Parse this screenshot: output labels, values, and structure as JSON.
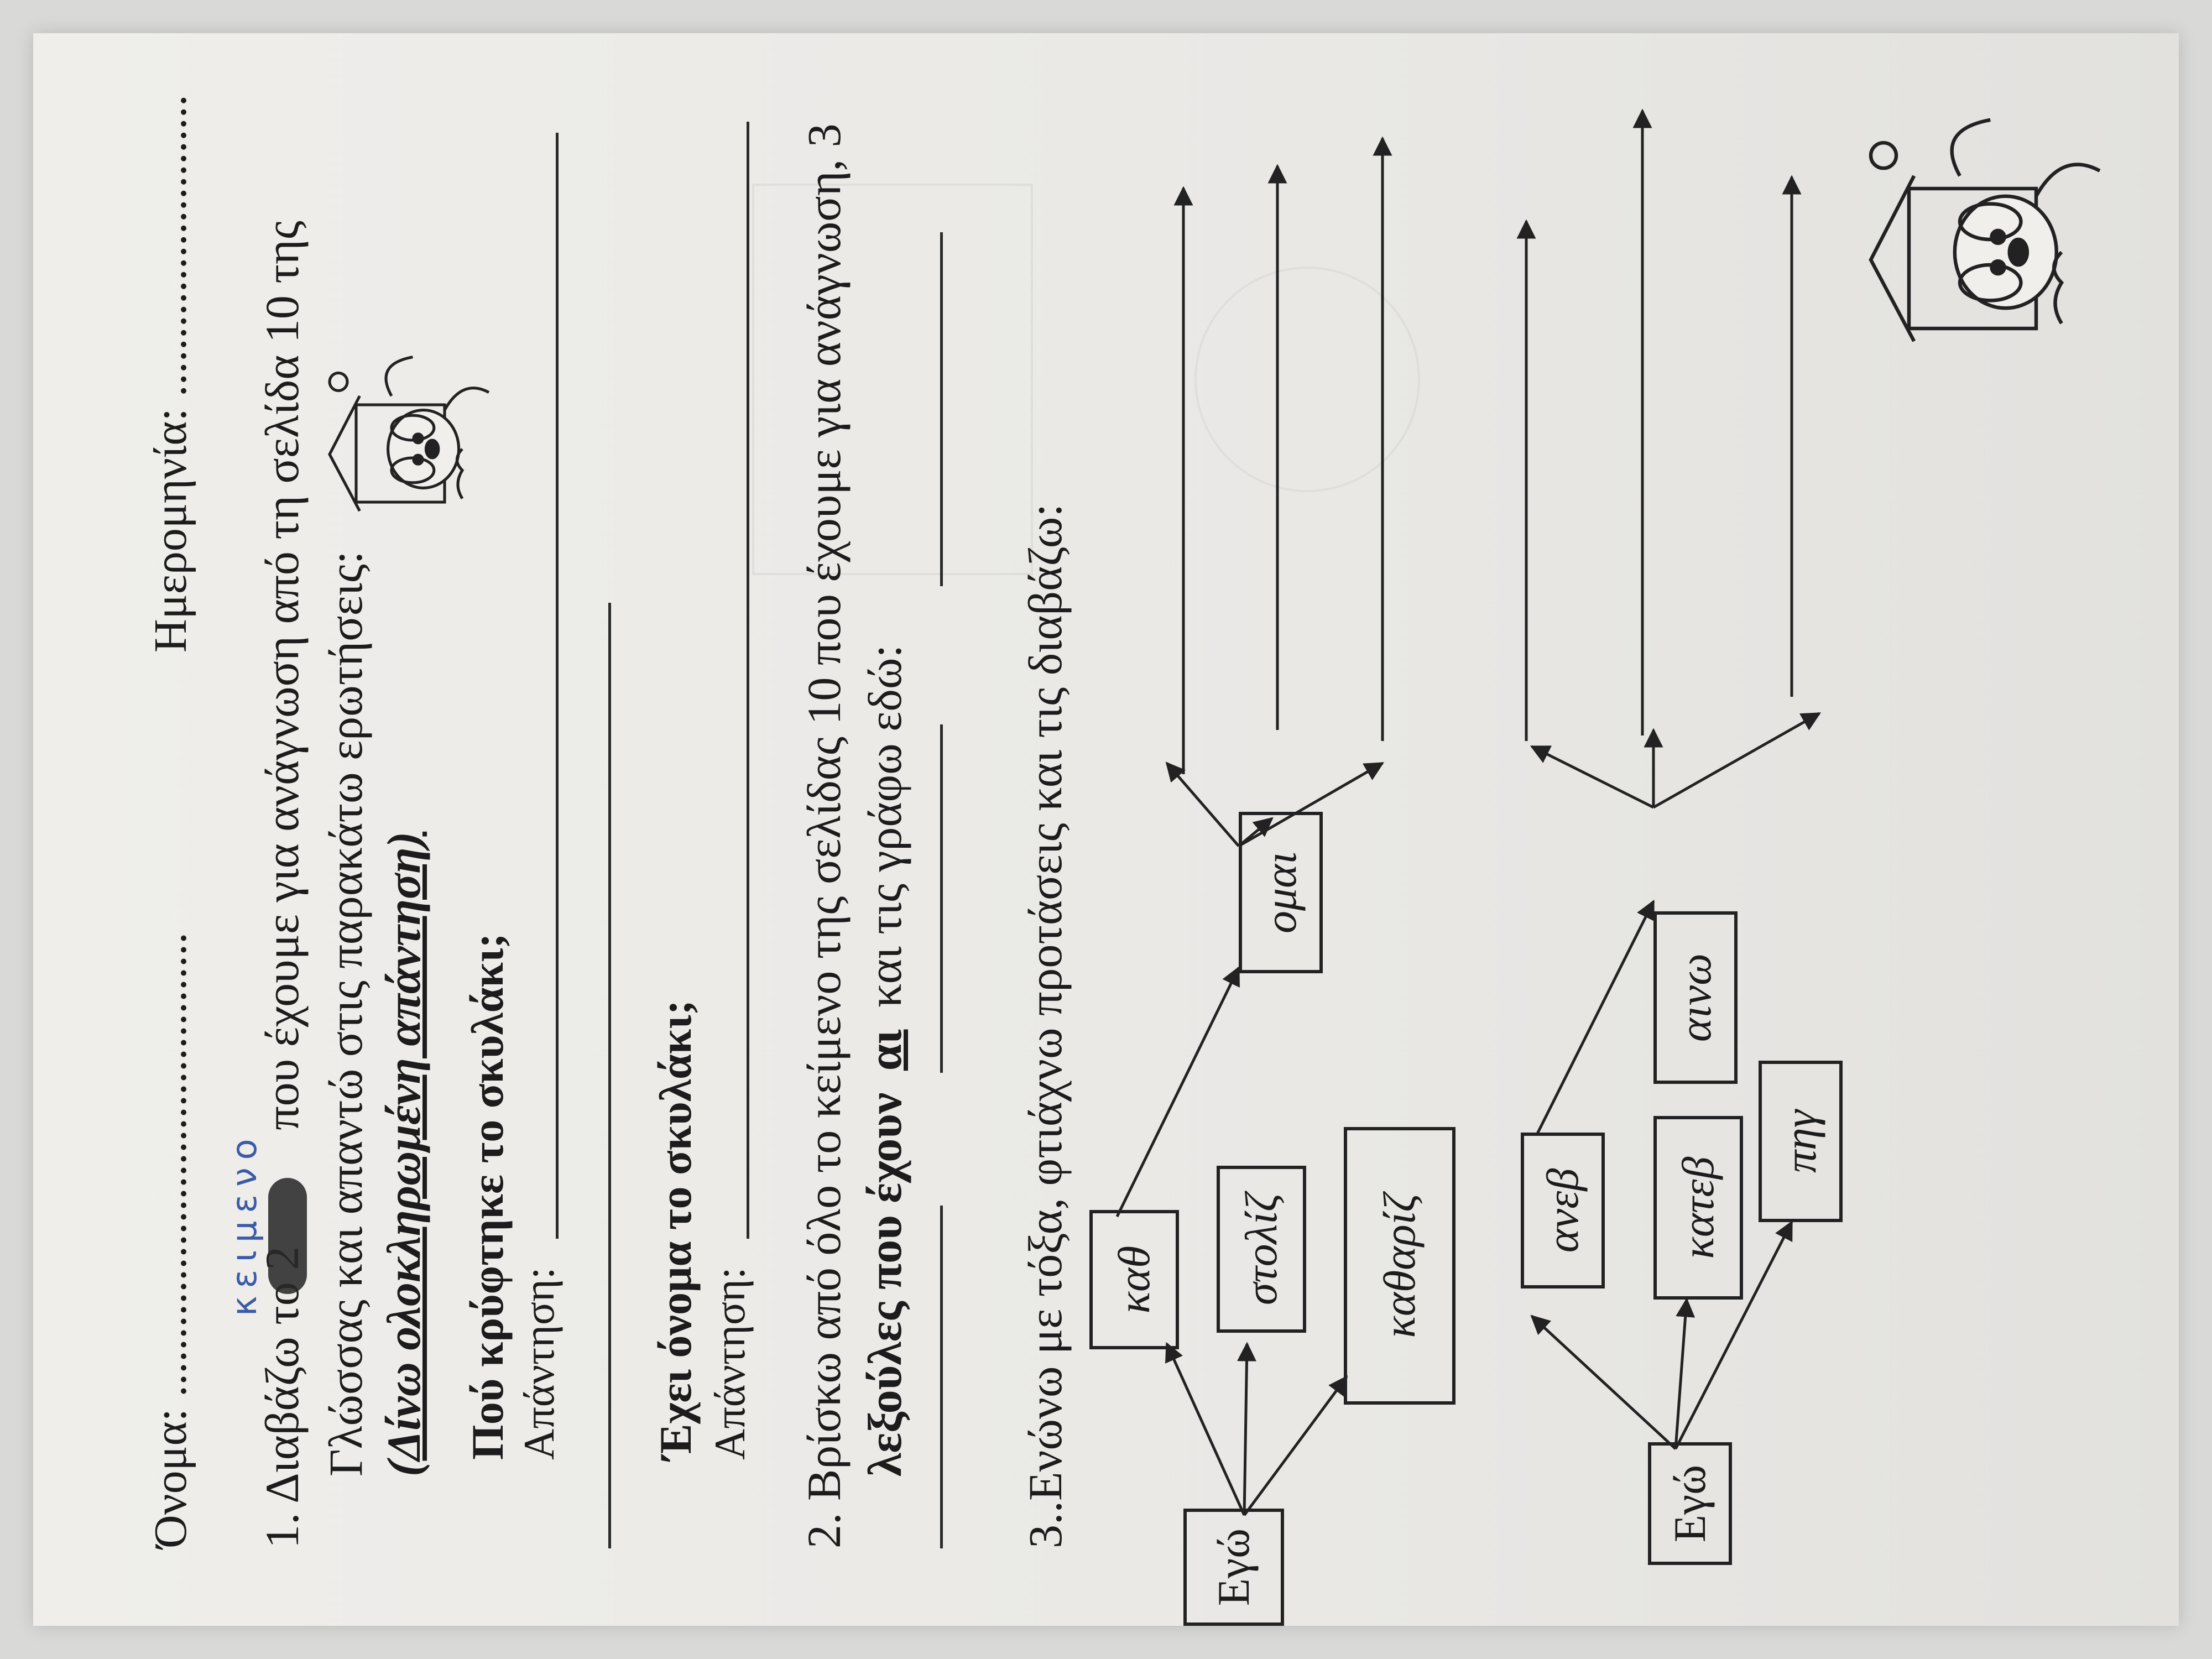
{
  "header": {
    "name_label": "Όνομα: ........................................",
    "date_label": "Ημερομηνία: .........................."
  },
  "exercise1": {
    "line1_prefix": "1. Διαβάζω το 2",
    "line1_suffix": "που έχουμε για ανάγνωση από τη σελίδα 10 της",
    "handwritten": "κειμενο",
    "line2": "Γλώσσας και απαντώ στις παρακάτω ερωτήσεις:",
    "note": "(Δίνω ολοκληρωμένη απάντηση)",
    "q1": "Πού κρύφτηκε το σκυλάκι;",
    "answer_label": "Απάντηση:",
    "q2": "Έχει όνομα το σκυλάκι;",
    "answer_label2": "Απάντηση:"
  },
  "exercise2": {
    "line1": "2. Βρίσκω από όλο το κείμενο της σελίδας 10 που έχουμε για ανάγνωση, 3",
    "line2_a": "λεξούλες που έχουν",
    "line2_ai": "αι",
    "line2_b": "και τις γράφω εδώ:"
  },
  "exercise3": {
    "line1": "3..Ενώνω με τόξα, φτιάχνω προτάσεις και τις διαβάζω:",
    "group1": {
      "subject": "Εγώ",
      "stems": [
        "καθ",
        "στολίζ",
        "καθαρίζ"
      ],
      "ending": "ομαι"
    },
    "group2": {
      "subject": "Εγώ",
      "stems": [
        "ανεβ",
        "κατεβ",
        "πηγ"
      ],
      "ending": "αινω"
    }
  }
}
